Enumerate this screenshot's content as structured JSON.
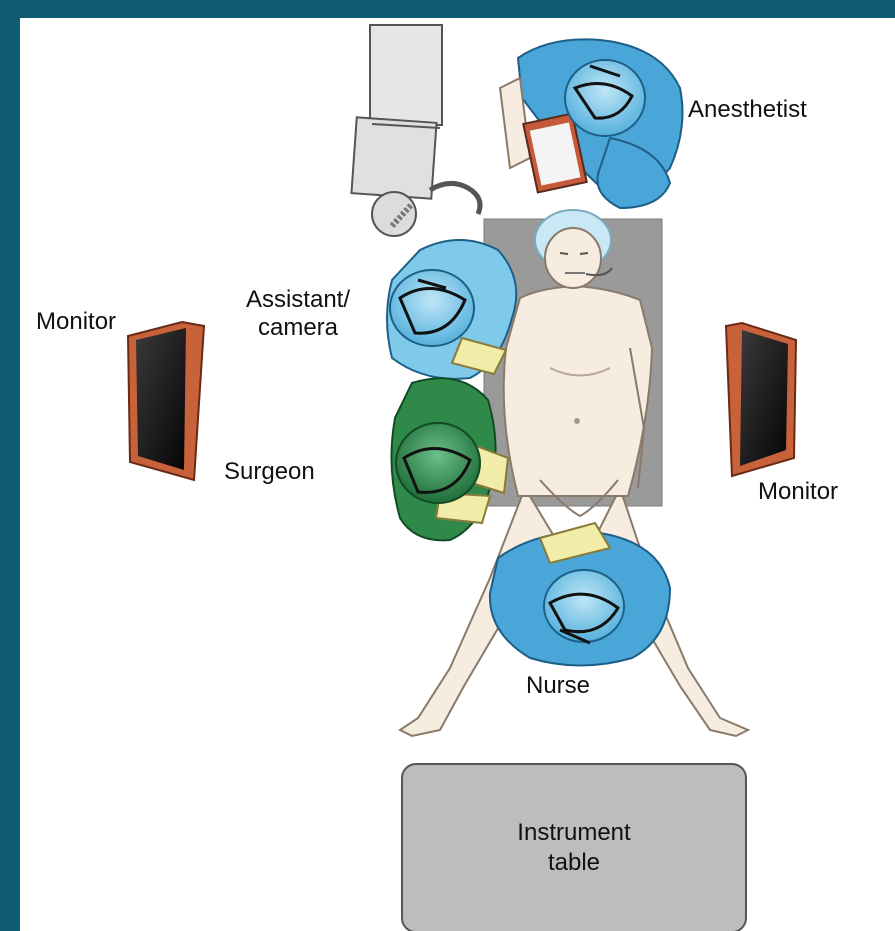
{
  "labels": {
    "anesthetist": "Anesthetist",
    "assistant_line1": "Assistant/",
    "assistant_line2": "camera",
    "monitor_left": "Monitor",
    "monitor_right": "Monitor",
    "surgeon": "Surgeon",
    "nurse": "Nurse",
    "instrument_line1": "Instrument",
    "instrument_line2": "table"
  },
  "colors": {
    "frame": "#0e5b72",
    "background": "#ffffff",
    "blue_scrubs": "#4aa6d8",
    "light_blue_scrubs": "#7fcaea",
    "green_scrubs": "#2f8a4a",
    "skin": "#f6ecdf",
    "gown": "#f1eda9",
    "operating_table": "#9a9a9a",
    "instrument_table": "#bdbdbd",
    "monitor_frame": "#c8623a"
  },
  "icons": {
    "anesthesia_machine": "anesthesia-machine-icon",
    "monitor": "monitor-icon",
    "patient": "patient-icon",
    "staff": "staff-person-icon"
  }
}
